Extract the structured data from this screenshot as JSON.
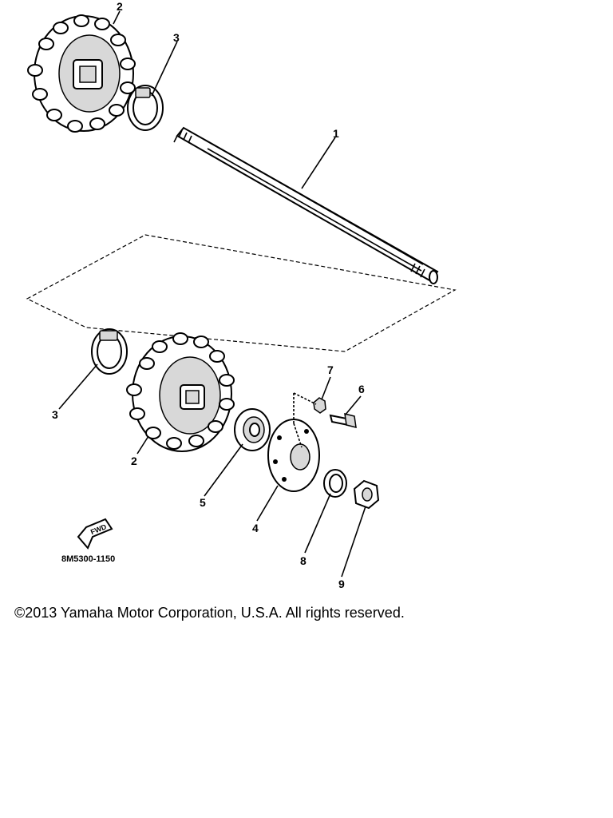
{
  "diagram": {
    "callouts": {
      "c1": "1",
      "c2_top": "2",
      "c2_bottom": "2",
      "c3_top": "3",
      "c3_bottom": "3",
      "c4": "4",
      "c5": "5",
      "c6": "6",
      "c7": "7",
      "c8": "8",
      "c9": "9"
    },
    "drawing_code": "8M5300-1150",
    "fwd_label": "FWD"
  },
  "footer": {
    "copyright": "©2013 Yamaha Motor Corporation, U.S.A. All rights reserved."
  }
}
